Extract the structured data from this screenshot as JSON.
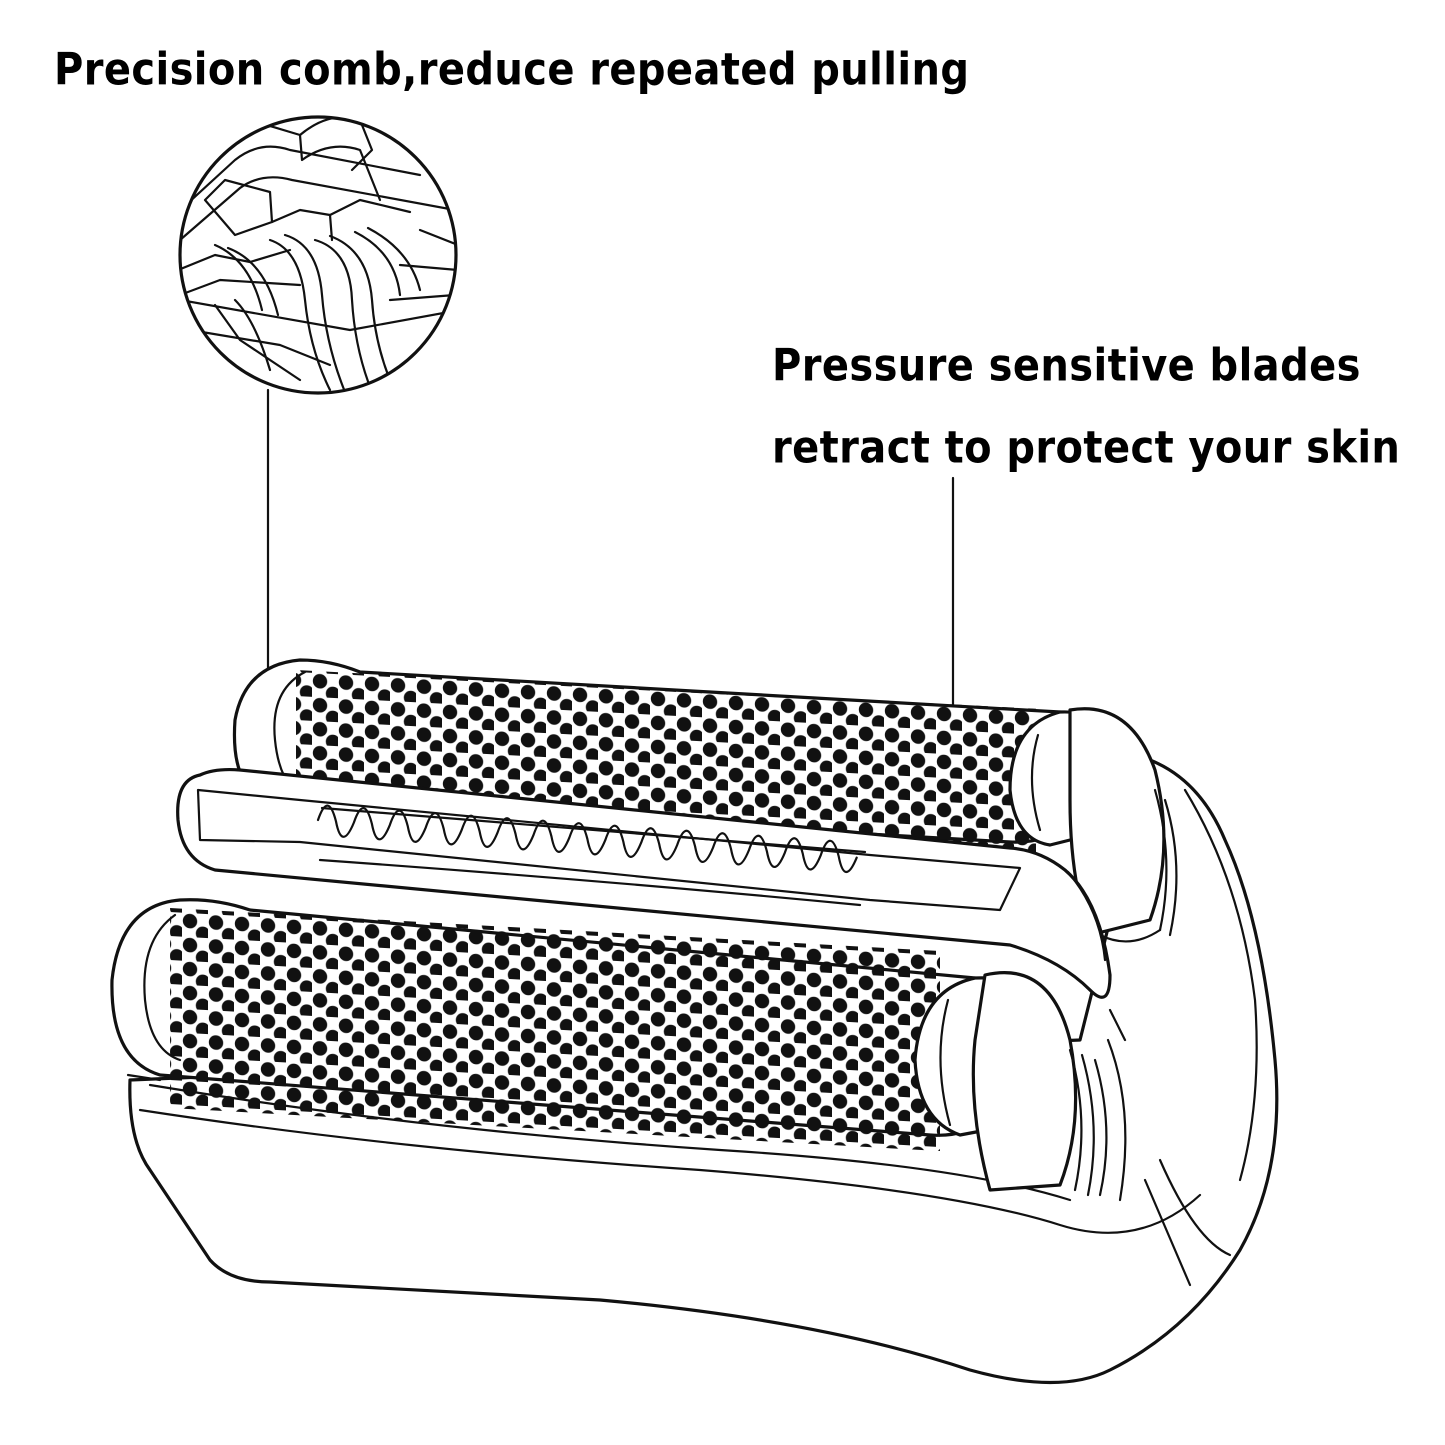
{
  "annotations": {
    "comb": "Precision comb,reduce repeated pulling",
    "pressure_line1": "Pressure sensitive blades",
    "pressure_line2": "retract to protect your skin"
  },
  "icons": {
    "magnifier": "comb-detail-zoom-icon",
    "shaver": "shaver-head-illustration"
  },
  "colors": {
    "ink": "#111111",
    "background": "#ffffff"
  }
}
